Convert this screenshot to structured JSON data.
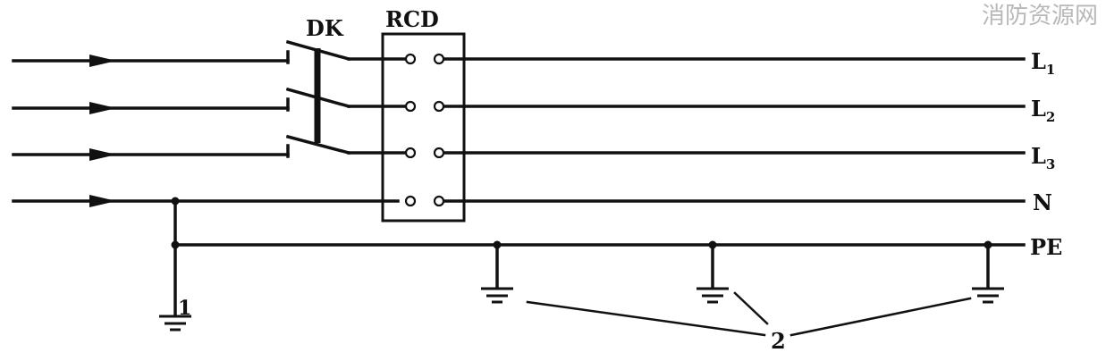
{
  "watermark": "消防资源网",
  "labels": {
    "switch": "DK",
    "rcd": "RCD",
    "L1_main": "L",
    "L1_sub": "1",
    "L2_main": "L",
    "L2_sub": "2",
    "L3_main": "L",
    "L3_sub": "3",
    "neutral": "N",
    "protective_earth": "PE",
    "source_earth": "1",
    "repeat_earth": "2"
  }
}
